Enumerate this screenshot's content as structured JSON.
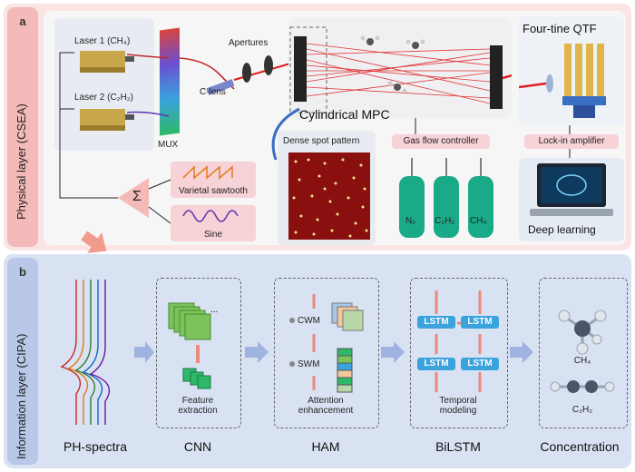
{
  "panel_a": {
    "tag": "a",
    "side_title": "Physical layer (CSEA)",
    "laser1": "Laser 1 (CH₄)",
    "laser2": "Laser 2 (C₂H₂)",
    "mux": "MUX",
    "apertures": "Apertures",
    "clens": "C-lens",
    "mpc": "Cylindrical MPC",
    "qtf": "Four-tine QTF",
    "lockin": "Lock-in amplifier",
    "dense": "Dense spot pattern",
    "gasflow": "Gas flow controller",
    "sawtooth": "Varietal sawtooth",
    "sine": "Sine",
    "sigma": "Σ",
    "gases": [
      "N₂",
      "C₂H₂",
      "CH₄"
    ],
    "deep": "Deep learning"
  },
  "panel_b": {
    "tag": "b",
    "side_title": "Information layer (CIPA)",
    "stages": [
      "PH-spectra",
      "CNN",
      "HAM",
      "BiLSTM",
      "Concentration"
    ],
    "cnn_caption": "Feature\nextraction",
    "ham_cwm": "CWM",
    "ham_swm": "SWM",
    "ham_caption": "Attention\nenhancement",
    "lstm": "LSTM",
    "bilstm_caption": "Temporal\nmodeling",
    "molecule1": "CH₄",
    "molecule2": "C₂H₂"
  },
  "colors": {
    "panel_a_bg": "#fbe4e4",
    "panel_b_bg": "#d9e2f3",
    "laser_beam": "#e02020",
    "lstm": "#3aa3dc",
    "gas_cylinder": "#1aaa88"
  }
}
